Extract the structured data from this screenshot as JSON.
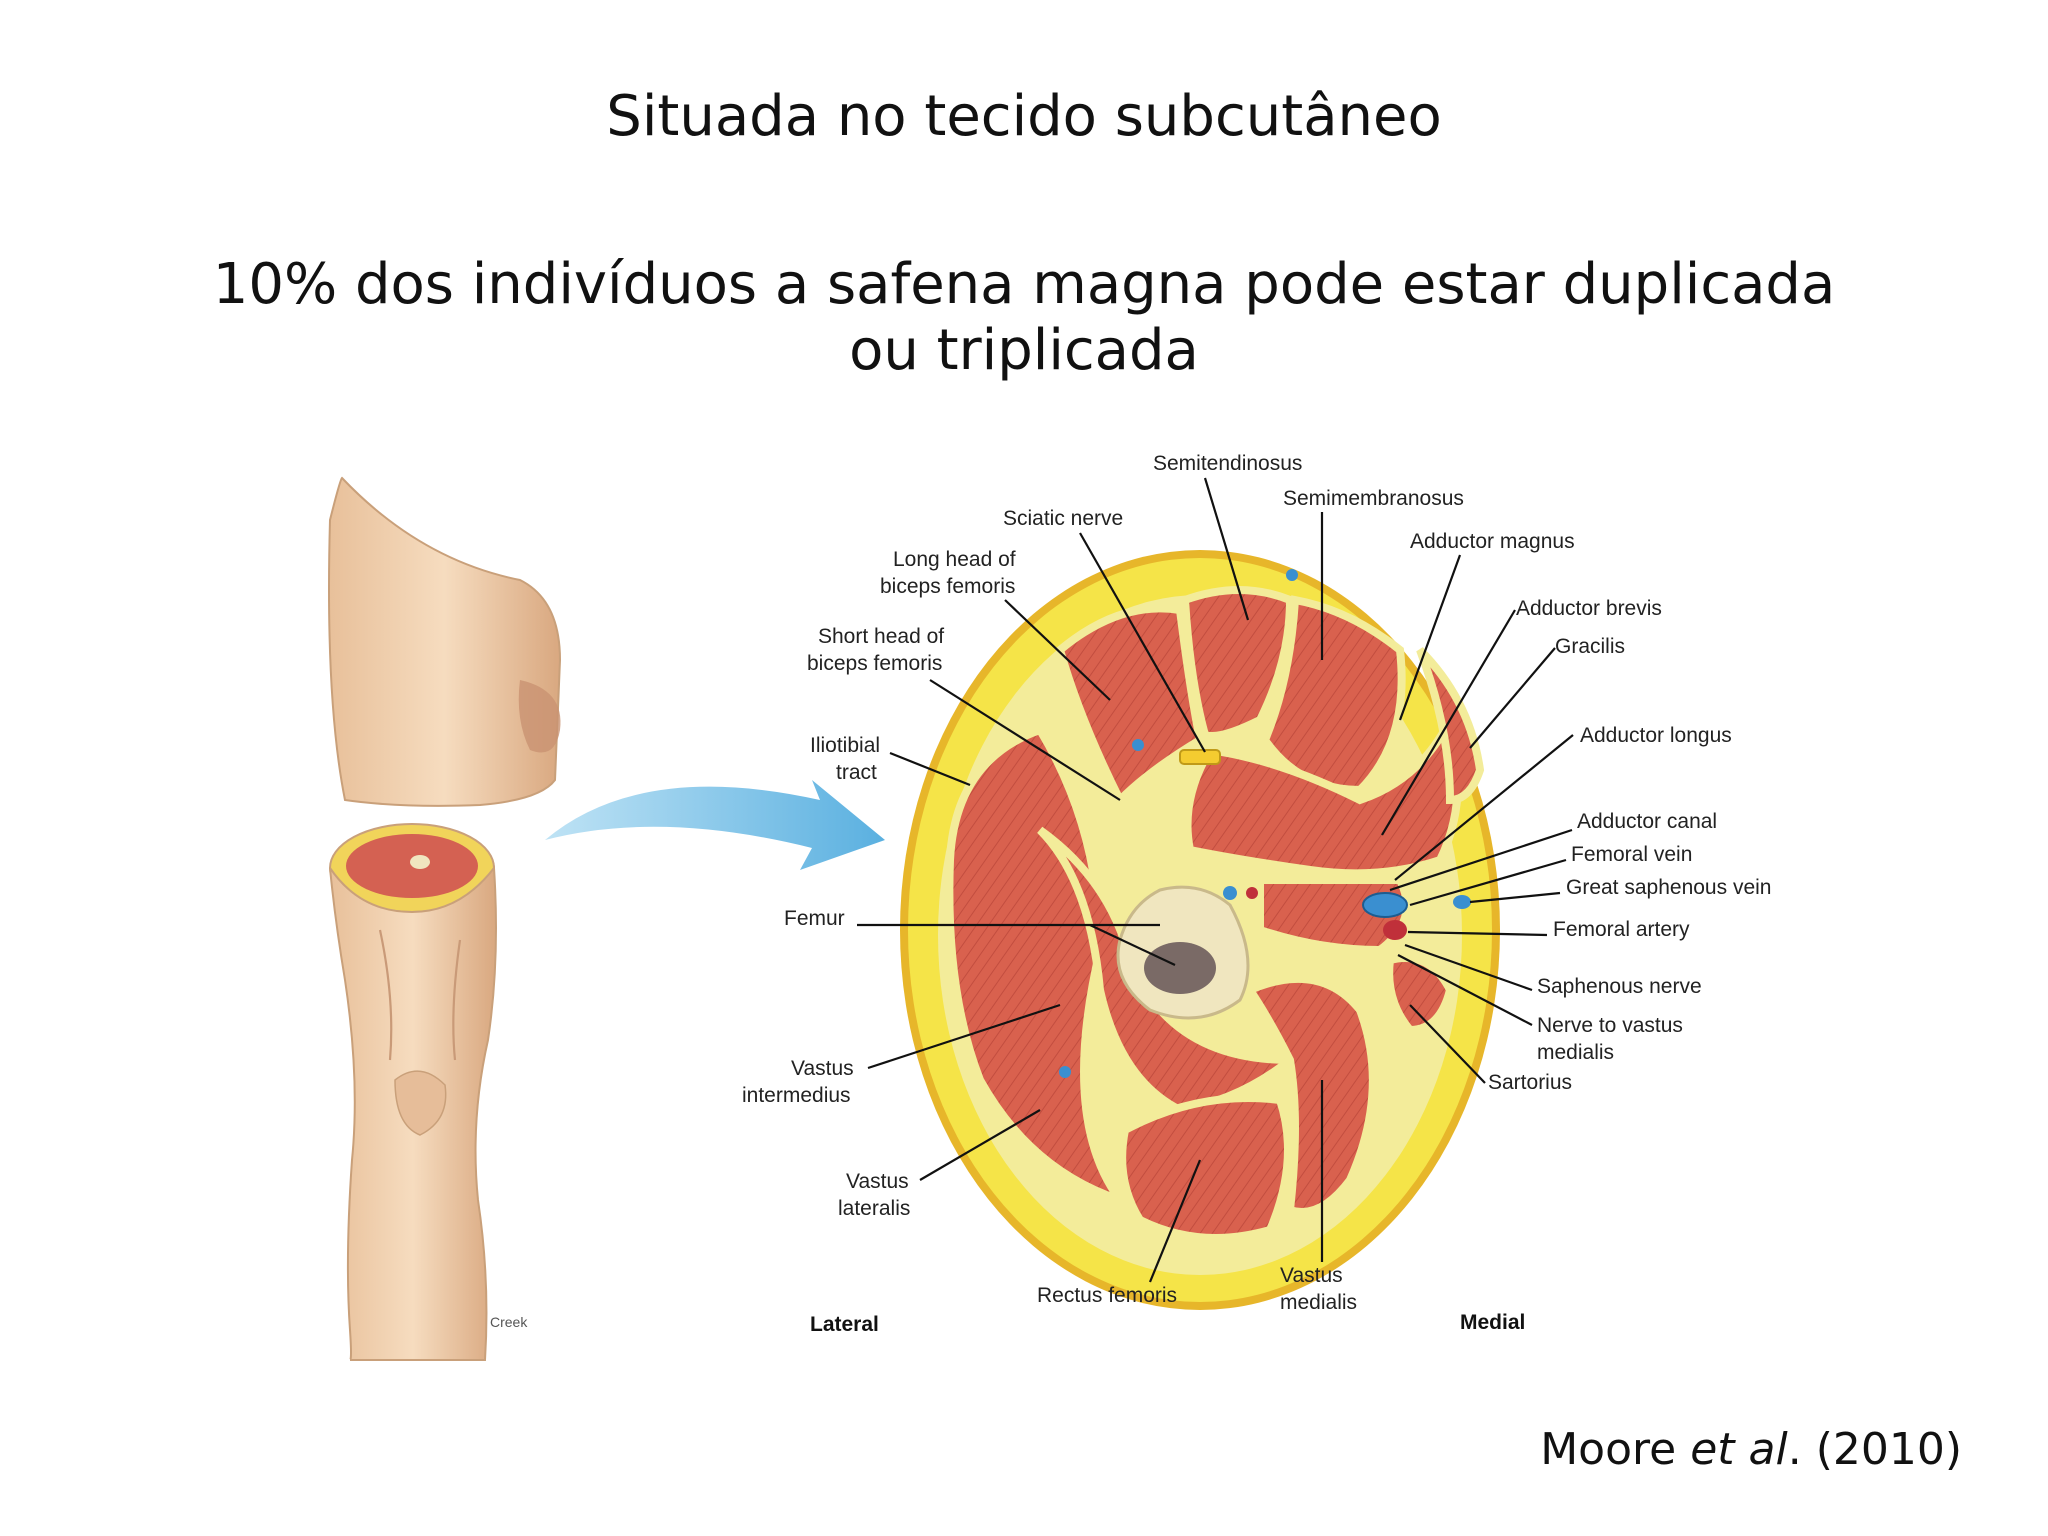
{
  "slide": {
    "title": "Situada no tecido subcutâneo",
    "subtitle_line1": "10% dos indivíduos a safena magna pode estar duplicada",
    "subtitle_line2": "ou triplicada"
  },
  "figure": {
    "artist_signature": "Creek",
    "orientation": {
      "left": "Lateral",
      "right": "Medial"
    },
    "labels": {
      "semitendinosus": "Semitendinosus",
      "semimembranosus": "Semimembranosus",
      "sciatic_nerve": "Sciatic nerve",
      "adductor_magnus": "Adductor magnus",
      "long_head_1": "Long head of",
      "long_head_2": "biceps femoris",
      "adductor_brevis": "Adductor brevis",
      "gracilis": "Gracilis",
      "short_head_1": "Short head of",
      "short_head_2": "biceps femoris",
      "adductor_longus": "Adductor longus",
      "iliotibial_1": "Iliotibial",
      "iliotibial_2": "tract",
      "adductor_canal": "Adductor canal",
      "femoral_vein": "Femoral vein",
      "great_saphenous_vein": "Great saphenous vein",
      "femur": "Femur",
      "femoral_artery": "Femoral artery",
      "saphenous_nerve": "Saphenous nerve",
      "nerve_vastus_1": "Nerve to vastus",
      "nerve_vastus_2": "medialis",
      "sartorius": "Sartorius",
      "vastus_intermedius_1": "Vastus",
      "vastus_intermedius_2": "intermedius",
      "vastus_lateralis_1": "Vastus",
      "vastus_lateralis_2": "lateralis",
      "rectus_femoris": "Rectus femoris",
      "vastus_medialis_1": "Vastus",
      "vastus_medialis_2": "medialis"
    },
    "colors": {
      "muscle": "#d9614e",
      "muscle_dark": "#b8473a",
      "fat": "#f4e245",
      "fat_dark": "#e0b81e",
      "bone": "#f0e6bf",
      "marrow": "#7a6a66",
      "vein": "#3a8fd0",
      "artery": "#c0303a",
      "skin": "#efd2b0",
      "arrow": "#7cc3e8"
    }
  },
  "citation": {
    "author": "Moore",
    "etal": "et al",
    "year": ". (2010)"
  }
}
